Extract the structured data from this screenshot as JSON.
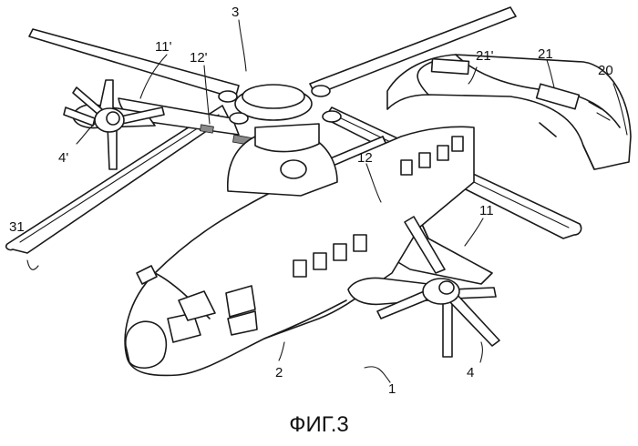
{
  "caption": "ФИГ.3",
  "labels": {
    "rotor": "3",
    "wing_left": "11'",
    "gear_left": "12'",
    "prop_left": "4'",
    "blade": "31",
    "wing_right_top": "21'",
    "wing_right": "21",
    "tail": "20",
    "gear_right": "12",
    "wing_right_low": "11",
    "fuselage": "2",
    "prop_right": "4",
    "aircraft": "1"
  }
}
